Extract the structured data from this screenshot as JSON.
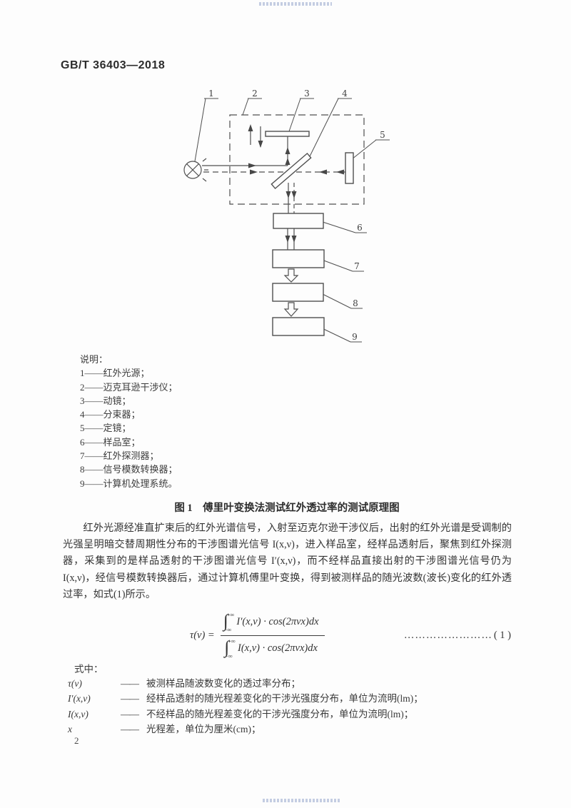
{
  "header": {
    "standard_code": "GB/T 36403—2018"
  },
  "diagram": {
    "labels": [
      "1",
      "2",
      "3",
      "4",
      "5",
      "6",
      "7",
      "8",
      "9"
    ]
  },
  "legend": {
    "title": "说明：",
    "items": [
      "1——红外光源；",
      "2——迈克耳逊干涉仪；",
      "3——动镜；",
      "4——分束器；",
      "5——定镜；",
      "6——样品室；",
      "7——红外探测器；",
      "8——信号模数转换器；",
      "9——计算机处理系统。"
    ]
  },
  "figure": {
    "caption": "图 1　傅里叶变换法测试红外透过率的测试原理图"
  },
  "body": {
    "paragraph": "红外光源经准直扩束后的红外光谱信号，入射至迈克尔逊干涉仪后，出射的红外光谱是受调制的光强呈明暗交替周期性分布的干涉图谱光信号 I(x,ν)，进入样品室，经样品透射后，聚焦到红外探测器，采集到的是样品透射的干涉图谱光信号 I′(x,ν)，而不经样品直接出射的干涉图谱光信号仍为 I(x,ν)，经信号模数转换器后，通过计算机傅里叶变换，得到被测样品的随光波数(波长)变化的红外透过率，如式(1)所示。"
  },
  "formula": {
    "lhs": "τ(ν) =",
    "integral_upper": "+∞",
    "integral_lower": "−∞",
    "numerator": "I′(x,ν) · cos(2πνx)dx",
    "denominator": "I(x,ν) · cos(2πνx)dx",
    "leader_dots": "……………………",
    "equation_number": "( 1 )"
  },
  "definitions": {
    "intro": "式中：",
    "dash": "——",
    "rows": [
      {
        "term": "τ(ν)",
        "desc": "被测样品随波数变化的透过率分布；"
      },
      {
        "term": "I′(x,ν)",
        "desc": "经样品透射的随光程差变化的干涉光强度分布，单位为流明(lm)；"
      },
      {
        "term": "I(x,ν)",
        "desc": "不经样品的随光程差变化的干涉光强度分布，单位为流明(lm)；"
      },
      {
        "term": "x",
        "desc": "光程差，单位为厘米(cm)；"
      }
    ]
  },
  "page": {
    "number": "2"
  }
}
